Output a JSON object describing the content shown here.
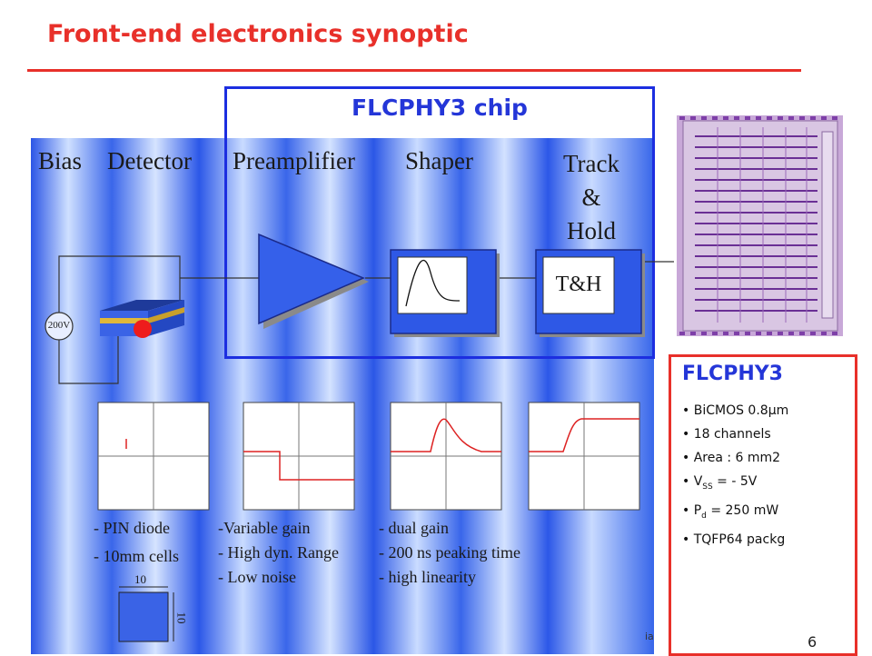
{
  "title": "Front-end electronics synoptic",
  "chip_title": "FLCPHY3 chip",
  "headers": {
    "bias": "Bias",
    "detector": "Detector",
    "preamplifier": "Preamplifier",
    "shaper": "Shaper",
    "track_lines": [
      "Track",
      "&",
      "Hold"
    ]
  },
  "bias_voltage": "200V",
  "th_label": "T&H",
  "descriptions": {
    "detector": [
      "- PIN diode",
      "- 10mm cells"
    ],
    "preamplifier": [
      "-Variable gain",
      "- High dyn. Range",
      "- Low noise"
    ],
    "shaper": [
      "- dual gain",
      "- 200 ns peaking time",
      "- high linearity"
    ]
  },
  "cell_dims": {
    "width": "10",
    "height": "10"
  },
  "spec": {
    "title": "FLCPHY3",
    "items": [
      "BiCMOS 0.8µm",
      "18 channels",
      "Area : 6 mm2",
      "V_SS = - 5V",
      "P_d = 250 mW",
      "TQFP64 packg"
    ]
  },
  "footer_fragment": "ia",
  "page_number": "6",
  "colors": {
    "accent_red": "#e8302a",
    "chip_blue": "#2436d8",
    "block_blue": "#2e58e6"
  }
}
